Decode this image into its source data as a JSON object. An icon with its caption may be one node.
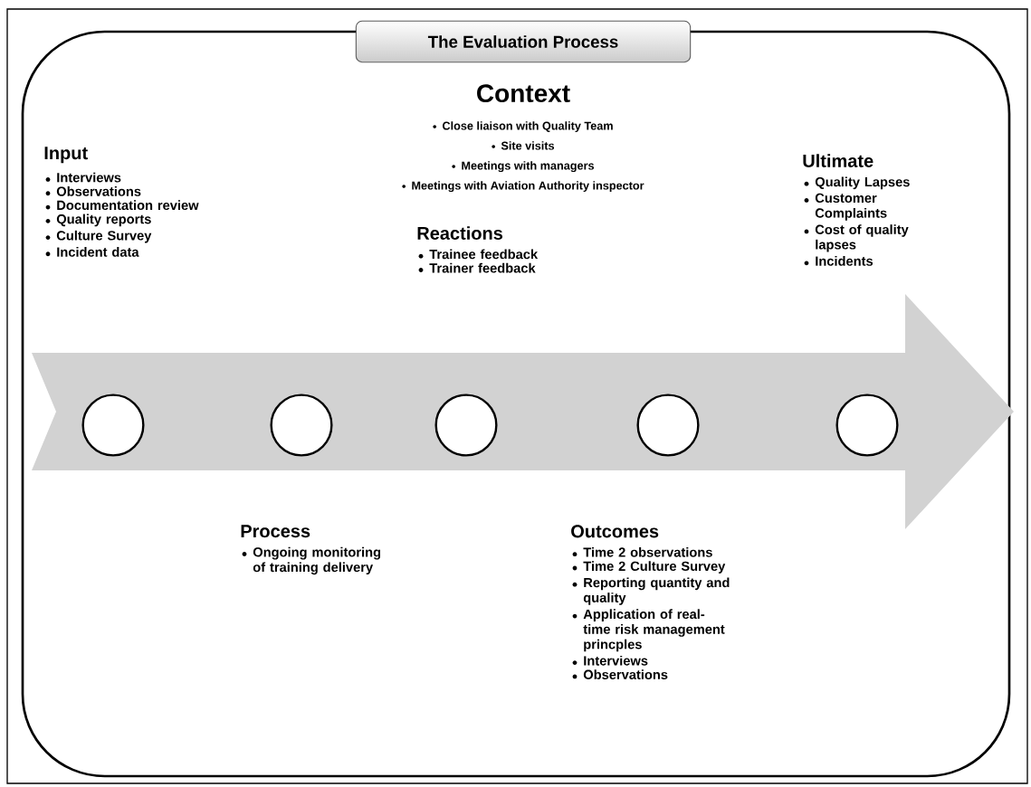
{
  "diagram": {
    "nodes": [
      {
        "text": [
          "The Evaluation Process"
        ]
      },
      {
        "text": [],
        "shape": "circle",
        "beside": [
          "Input",
          "Interviews",
          "Observations",
          "Documentation review",
          "Quality reports",
          "Culture Survey",
          "Incident data"
        ]
      },
      {
        "text": [],
        "shape": "circle",
        "beside": [
          "Process",
          "Ongoing monitoring of training delivery"
        ]
      },
      {
        "text": [],
        "shape": "circle",
        "beside": [
          "Reactions",
          "Trainee feedback",
          "Trainer feedback"
        ]
      },
      {
        "text": [],
        "shape": "circle",
        "beside": [
          "Outcomes",
          "Time 2 observations",
          "Time 2 Culture Survey",
          "Reporting quantity and quality",
          "Application of real-time risk management princples",
          "Interviews",
          "Observations"
        ]
      },
      {
        "text": [],
        "shape": "circle",
        "beside": [
          "Ultimate",
          "Quality Lapses",
          "Customer Complaints",
          "Cost of quality lapses",
          "Incidents"
        ]
      }
    ],
    "labels": [
      "Context",
      "Close liaison with Quality Team",
      "Site visits",
      "Meetings with managers",
      "Meetings with Aviation Authority inspector"
    ]
  }
}
